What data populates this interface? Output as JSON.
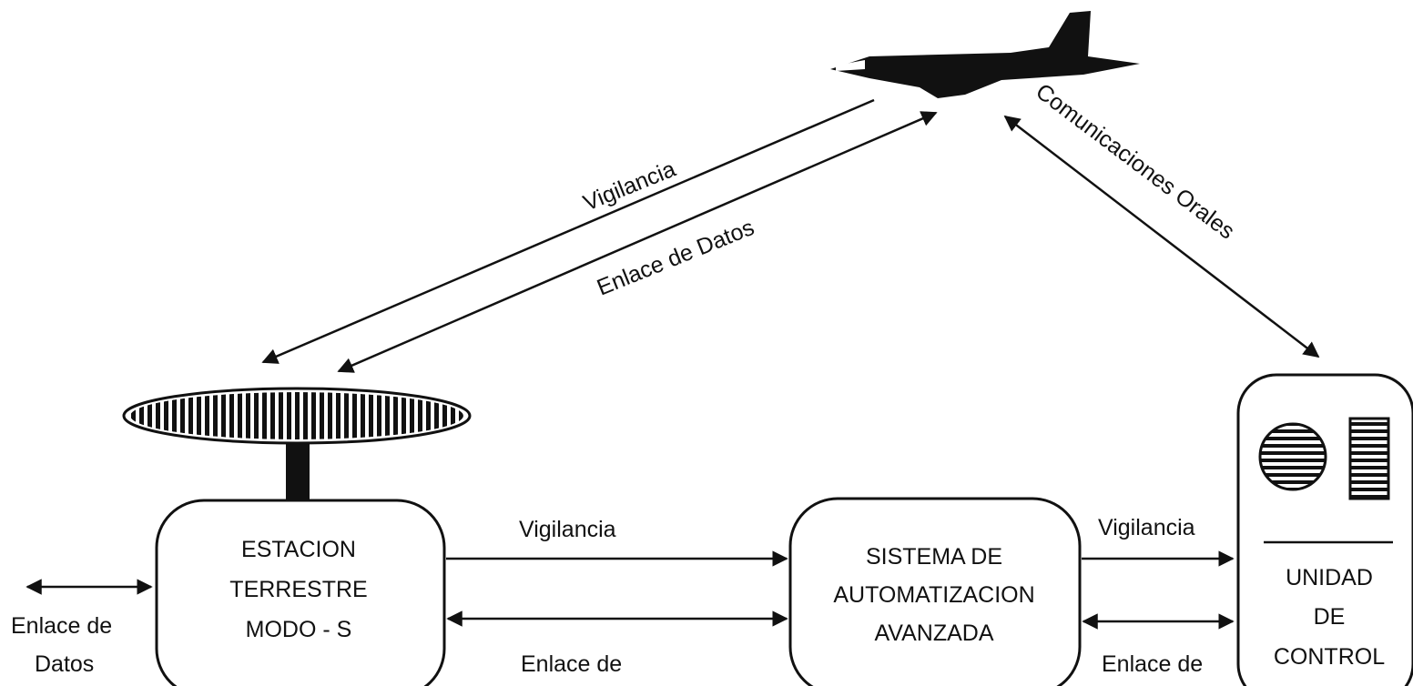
{
  "diagram": {
    "labels": {
      "vigilancia_air": "Vigilancia",
      "enlace_datos_air": "Enlace de Datos",
      "comunicaciones_orales": "Comunicaciones Orales",
      "vigilancia_mid": "Vigilancia",
      "enlace_de_mid": "Enlace de",
      "vigilancia_right": "Vigilancia",
      "enlace_de_right": "Enlace de",
      "enlace_de_left": "Enlace de",
      "datos_left": "Datos"
    },
    "station_box": {
      "line1": "ESTACION",
      "line2": "TERRESTRE",
      "line3": "MODO - S"
    },
    "automation_box": {
      "line1": "SISTEMA DE",
      "line2": "AUTOMATIZACION",
      "line3": "AVANZADA"
    },
    "control_unit": {
      "line1": "UNIDAD",
      "line2": "DE",
      "line3": "CONTROL"
    },
    "icons": [
      "aircraft-icon",
      "radar-antenna-icon",
      "round-display-icon",
      "rect-display-icon"
    ],
    "colors": {
      "ink": "#111111",
      "background": "#ffffff"
    }
  }
}
